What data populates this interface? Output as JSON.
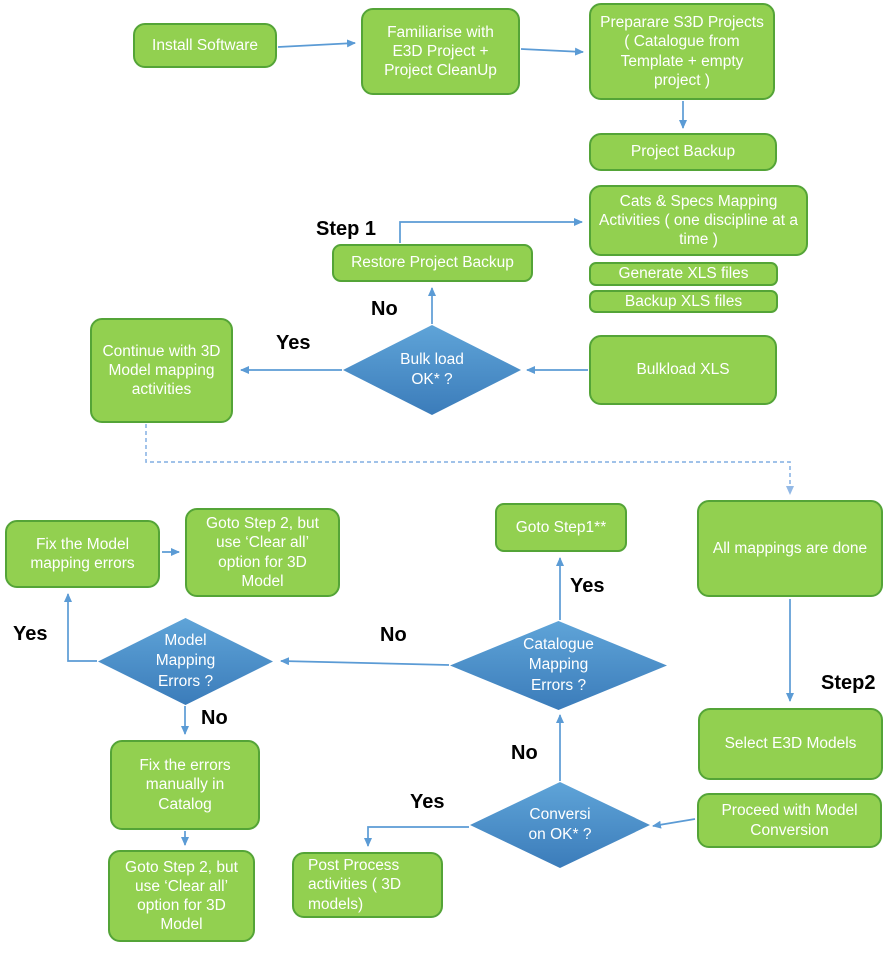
{
  "diagram": {
    "type": "flowchart",
    "colors": {
      "process_fill": "#92D050",
      "process_border": "#54A437",
      "decision_gradient_top": "#5FA4D8",
      "decision_gradient_bottom": "#3B7CBA",
      "arrow": "#5B9BD5",
      "dashed_arrow": "#93B9E6",
      "node_text": "#FFFFFF",
      "label_text": "#000000"
    },
    "nodes": {
      "install_software": {
        "label": "Install Software"
      },
      "familiarise": {
        "label": "Familiarise with E3D Project + Project CleanUp"
      },
      "preparare_s3d": {
        "label": "Preparare S3D Projects ( Catalogue from Template + empty project )"
      },
      "project_backup": {
        "label": "Project Backup"
      },
      "cats_specs": {
        "label": "Cats & Specs Mapping Activities ( one discipline at a time )"
      },
      "generate_xls": {
        "label": "Generate XLS files"
      },
      "backup_xls": {
        "label": "Backup XLS files"
      },
      "restore_backup": {
        "label": "Restore Project Backup"
      },
      "bulk_load_ok": {
        "label": "Bulk load OK* ?"
      },
      "continue_3d": {
        "label": "Continue with 3D Model mapping activities"
      },
      "bulkload_xls": {
        "label": "Bulkload XLS"
      },
      "all_mappings_done": {
        "label": "All mappings are done"
      },
      "goto_step1": {
        "label": "Goto Step1**"
      },
      "fix_model_errors": {
        "label": "Fix the Model mapping errors"
      },
      "goto_step2_clear_all_top": {
        "label": "Goto Step 2, but use ‘Clear all’ option for 3D Model"
      },
      "model_mapping_errors": {
        "label": "Model Mapping Errors ?"
      },
      "catalogue_mapping_errors": {
        "label": "Catalogue Mapping Errors ?"
      },
      "select_e3d_models": {
        "label": "Select E3D Models"
      },
      "fix_errors_catalog": {
        "label": "Fix the errors manually in Catalog"
      },
      "goto_step2_clear_all_bottom": {
        "label": "Goto Step 2, but use ‘Clear all’ option for 3D Model"
      },
      "conversion_ok": {
        "label": "Conversi on OK* ?"
      },
      "post_process": {
        "label": "Post Process activities ( 3D models)"
      },
      "proceed_conversion": {
        "label": "Proceed with Model Conversion"
      }
    },
    "flow_labels": {
      "step1": "Step 1",
      "step2": "Step2",
      "no_bulk": "No",
      "yes_bulk": "Yes",
      "yes_goto_step1": "Yes",
      "no_catalogue_to_model": "No",
      "yes_model": "Yes",
      "no_model_down": "No",
      "no_conversion_up": "No",
      "yes_conversion": "Yes"
    }
  }
}
